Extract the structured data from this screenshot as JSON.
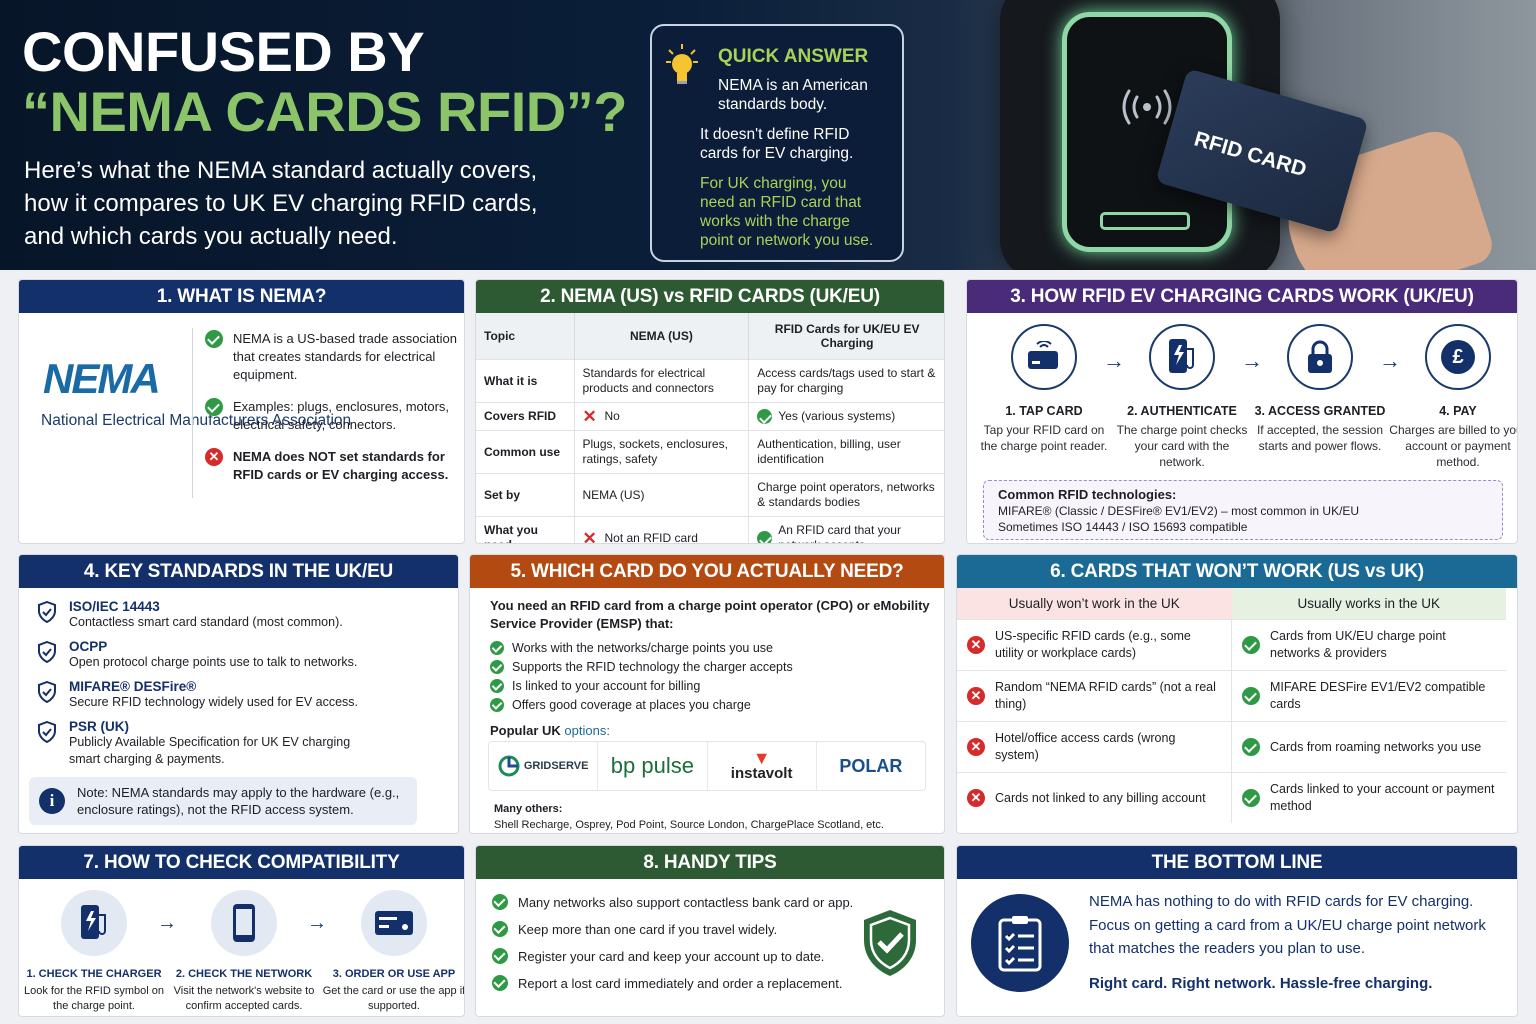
{
  "hero": {
    "title1": "CONFUSED BY",
    "title2": "“NEMA CARDS RFID”?",
    "sub": "Here’s what the NEMA standard actually covers, how it compares to UK EV charging RFID cards, and which cards you actually need.",
    "card_label": "RFID CARD"
  },
  "quick": {
    "head": "QUICK ANSWER",
    "p1": "NEMA is an American standards body.",
    "p2": "It doesn't define RFID cards for EV charging.",
    "p3": "For UK charging, you need an RFID card that works with the charge point or network you use."
  },
  "s1": {
    "title": "1. WHAT IS NEMA?",
    "logo": "NEMA",
    "org": "National Electrical Manufacturers Association",
    "items": [
      {
        "icon": "check",
        "text": "NEMA is a US-based trade association that creates standards for electrical equipment."
      },
      {
        "icon": "check",
        "text": "Examples: plugs, enclosures, motors, electrical safety, connectors."
      },
      {
        "icon": "cross",
        "text": "NEMA does NOT set standards for RFID cards or EV charging access."
      }
    ]
  },
  "s2": {
    "title": "2. NEMA (US) vs RFID CARDS (UK/EU)",
    "headers": [
      "Topic",
      "NEMA (US)",
      "RFID Cards for UK/EU EV Charging"
    ],
    "rows": [
      {
        "k": "What it is",
        "a": "Standards for electrical products and connectors",
        "b": "Access cards/tags used to start & pay for charging"
      },
      {
        "k": "Covers RFID",
        "a": "No",
        "a_icon": "cross",
        "b": "Yes (various systems)",
        "b_icon": "check"
      },
      {
        "k": "Common use",
        "a": "Plugs, sockets, enclosures, ratings, safety",
        "b": "Authentication, billing, user identification"
      },
      {
        "k": "Set by",
        "a": "NEMA (US)",
        "b": "Charge point operators, networks & standards bodies"
      },
      {
        "k": "What you need",
        "a": "Not an RFID card",
        "a_icon": "cross",
        "b": "An RFID card that your network accepts",
        "b_icon": "check"
      }
    ]
  },
  "s3": {
    "title": "3. HOW RFID EV CHARGING CARDS WORK (UK/EU)",
    "steps": [
      {
        "t": "1. TAP CARD",
        "d": "Tap your RFID card on the charge point reader.",
        "icon": "card-tap-icon",
        "g": "))"
      },
      {
        "t": "2. AUTHENTICATE",
        "d": "The charge point checks your card with the network.",
        "icon": "charger-icon",
        "g": "⚡"
      },
      {
        "t": "3. ACCESS GRANTED",
        "d": "If accepted, the session starts and power flows.",
        "icon": "padlock-icon",
        "g": "🔒"
      },
      {
        "t": "4. PAY",
        "d": "Charges are billed to your account or payment method.",
        "icon": "pound-icon",
        "g": "£"
      }
    ],
    "common_head": "Common RFID technologies:",
    "common1": "MIFARE® (Classic / DESFire® EV1/EV2) – most common in UK/EU",
    "common2": "Sometimes ISO 14443 / ISO 15693 compatible"
  },
  "s4": {
    "title": "4. KEY STANDARDS IN THE UK/EU",
    "items": [
      {
        "t": "ISO/IEC 14443",
        "d": "Contactless smart card standard (most common)."
      },
      {
        "t": "OCPP",
        "d": "Open protocol charge points use to talk to networks."
      },
      {
        "t": "MIFARE® DESFire®",
        "d": "Secure RFID technology widely used for EV access."
      },
      {
        "t": "PSR (UK)",
        "d": "Publicly Available Specification for UK EV charging smart charging & payments."
      }
    ],
    "note": "Note: NEMA standards may apply to the hardware (e.g., enclosure ratings), not the RFID access system."
  },
  "s5": {
    "title": "5. WHICH CARD DO YOU ACTUALLY NEED?",
    "intro": "You need an RFID card from a charge point operator (CPO) or eMobility Service Provider (EMSP) that:",
    "items": [
      "Works with the networks/charge points you use",
      "Supports the RFID technology the charger accepts",
      "Is linked to your account for billing",
      "Offers good coverage at places you charge"
    ],
    "popular": "Popular UK",
    "popular2": "options:",
    "logos": [
      "GRIDSERVE",
      "bp pulse",
      "instavolt",
      "POLAR"
    ],
    "others_head": "Many others:",
    "others": "Shell Recharge, Osprey, Pod Point, Source London, ChargePlace Scotland, etc."
  },
  "s6": {
    "title": "6. CARDS THAT WON’T WORK (US vs UK)",
    "bad_head": "Usually won’t work in the UK",
    "good_head": "Usually works in the UK",
    "rows": [
      {
        "bad": "US-specific RFID cards (e.g., some utility or workplace cards)",
        "good": "Cards from UK/EU charge point networks & providers"
      },
      {
        "bad": "Random “NEMA RFID cards” (not a real thing)",
        "good": "MIFARE DESFire EV1/EV2 compatible cards"
      },
      {
        "bad": "Hotel/office access cards (wrong system)",
        "good": "Cards from roaming networks you use"
      },
      {
        "bad": "Cards not linked to any billing account",
        "good": "Cards linked to your account or payment method"
      }
    ]
  },
  "s7": {
    "title": "7. HOW TO CHECK COMPATIBILITY",
    "steps": [
      {
        "t": "1. CHECK THE CHARGER",
        "d": "Look for the RFID symbol on the charge point."
      },
      {
        "t": "2. CHECK THE NETWORK",
        "d": "Visit the network's website to confirm accepted cards."
      },
      {
        "t": "3. ORDER OR USE APP",
        "d": "Get the card or use the app if supported."
      }
    ]
  },
  "s8": {
    "title": "8. HANDY TIPS",
    "items": [
      "Many networks also support contactless bank card or app.",
      "Keep more than one card if you travel widely.",
      "Register your card and keep your account up to date.",
      "Report a lost card immediately and order a replacement."
    ]
  },
  "s9": {
    "title": "THE BOTTOM LINE",
    "p1": "NEMA has nothing to do with RFID cards for EV charging.",
    "p2": "Focus on getting a card from a UK/EU charge point network that matches the readers you plan to use.",
    "p3": "Right card. Right network. Hassle-free charging."
  }
}
